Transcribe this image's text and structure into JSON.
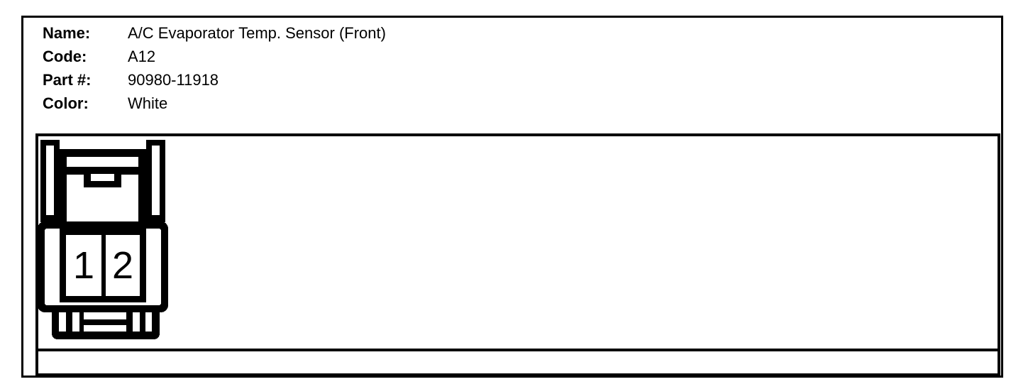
{
  "window": {
    "background_color": "#ffffff",
    "line_color": "#000000"
  },
  "connector_info": {
    "fields": [
      {
        "label": "Name:",
        "value": "A/C Evaporator Temp. Sensor (Front)"
      },
      {
        "label": "Code:",
        "value": "A12"
      },
      {
        "label": "Part #:",
        "value": "90980-11918"
      },
      {
        "label": "Color:",
        "value": "White"
      }
    ]
  },
  "connector_diagram": {
    "description": "2-pin connector housing, front view",
    "pins": [
      {
        "number": "1"
      },
      {
        "number": "2"
      }
    ]
  }
}
